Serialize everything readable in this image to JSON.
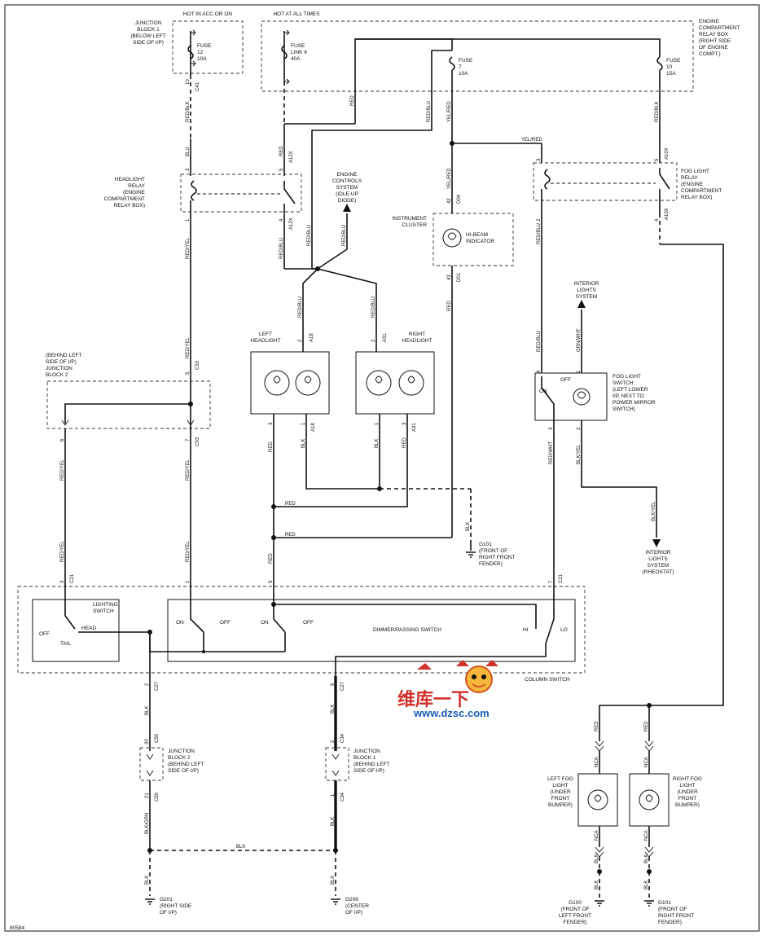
{
  "diagram_id": "80584",
  "junction_block_1": "JUNCTION\nBLOCK 1\n(BELOW LEFT\nSIDE OF I/P)",
  "hot_acc_on": "HOT IN ACC OR ON",
  "hot_all_times": "HOT AT ALL TIMES",
  "engine_relay_box": "ENGINE\nCOMPARTMENT\nRELAY BOX\n(RIGHT SIDE\nOF ENGINE\nCOMPT.)",
  "fuse12": "FUSE\n12\n10A",
  "fuselink6": "FUSE\nLINK 6\n40A",
  "fuse7": "FUSE\n7\n10A",
  "fuse10": "FUSE\n10\n15A",
  "headlight_relay": "HEADLIGHT\nRELAY\n(ENGINE\nCOMPARTMENT\nRELAY BOX)",
  "engine_controls": "ENGINE\nCONTROLS\nSYSTEM\n(IDLE-UP\nDIODE)",
  "instrument_cluster": "INSTRUMENT\nCLUSTER",
  "hi_beam": "HI-BEAM\nINDICATOR",
  "fog_relay": "FOG LIGHT\nRELAY\n(ENGINE\nCOMPARTMENT\nRELAY BOX)",
  "junction_block_2_top": "(BEHIND LEFT\nSIDE OF I/P)\nJUNCTION\nBLOCK 2",
  "left_headlight": "LEFT\nHEADLIGHT",
  "right_headlight": "RIGHT\nHEADLIGHT",
  "interior_lights_top": "INTERIOR\nLIGHTS\nSYSTEM",
  "fog_switch": "FOG LIGHT\nSWITCH\n(LEFT LOWER\nI/P, NEXT TO\nPOWER MIRROR\nSWITCH)",
  "g101_a": "G101\n(FRONT OF\nRIGHT FRONT\nFENDER)",
  "interior_rheostat": "INTERIOR\nLIGHTS\nSYSTEM\n(RHEOSTAT)",
  "lighting_switch": "LIGHTING\nSWITCH",
  "dimmer_switch": "DIMMER/PASSING SWITCH",
  "column_switch": "COLUMN SWITCH",
  "jb2_bottom": "JUNCTION\nBLOCK 2\n(BEHIND LEFT\nSIDE OF I/P)",
  "jb1_bottom": "JUNCTION\nBLOCK 1\n(BEHIND LEFT\nSIDE OF I/P)",
  "left_fog": "LEFT FOG\nLIGHT\n(UNDER\nFRONT\nBUMPER)",
  "right_fog": "RIGHT FOG\nLIGHT\n(UNDER\nFRONT\nBUMPER)",
  "g201": "G201\n(RIGHT SIDE\nOF I/P)",
  "g206": "G206\n(CENTER\nOF I/P)",
  "g100": "G100\n(FRONT OF\nLEFT FRONT\nFENDER)",
  "g101_b": "G101\n(FRONT OF\nRIGHT FRONT\nFENDER)",
  "watermark_cn": "维库一下",
  "watermark_url": "www.dzsc.com",
  "switch_states": {
    "off": "OFF",
    "on": "ON",
    "head": "HEAD",
    "tail": "TAIL",
    "hi": "HI",
    "lo": "LO"
  },
  "wires": {
    "red_blk": "RED/BLK",
    "blu": "BLU",
    "red": "RED",
    "red_blu": "RED/BLU",
    "yel_red": "YEL/RED",
    "red_yel": "RED/YEL",
    "blk": "BLK",
    "grn_wht": "GRN/WHT",
    "red_wht": "RED/WHT",
    "blk_yel": "BLK/YEL",
    "blk_grn": "BLK/GRN"
  },
  "connectors": {
    "c41": "C41",
    "a12x": "A12X",
    "d04": "D04",
    "a10x": "A10X",
    "c53": "C53",
    "d01": "D01",
    "a18": "A18",
    "a31": "A31",
    "c21": "C21",
    "c27": "C27",
    "c50": "C50",
    "c34": "C34",
    "nca": "NCA"
  },
  "pins": {
    "p1": "1",
    "p2": "2",
    "p3": "3",
    "p4": "4",
    "p5": "5",
    "p6": "6",
    "p7": "7",
    "p9": "9",
    "p10": "10",
    "p20": "20",
    "p21": "21",
    "p42": "42",
    "p43": "43"
  }
}
